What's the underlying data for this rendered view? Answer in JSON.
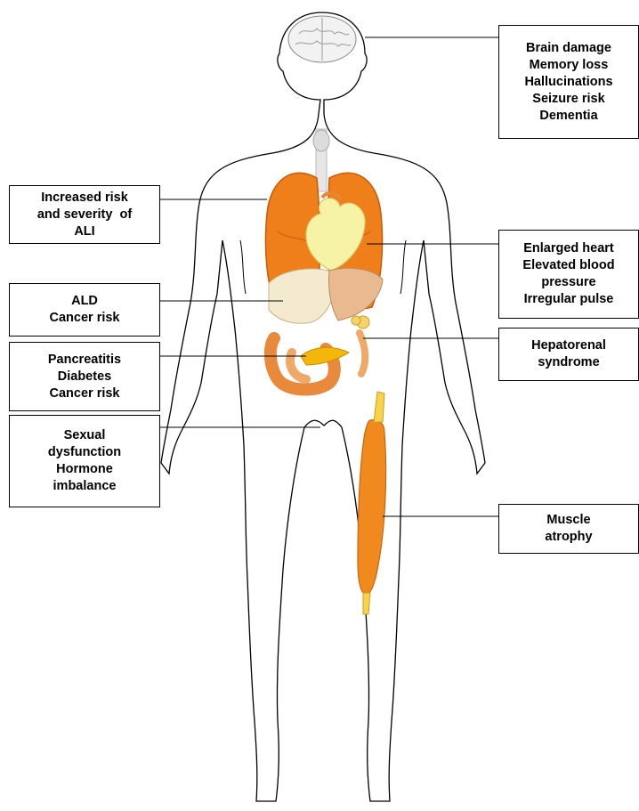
{
  "colors": {
    "outline": "#000000",
    "lung": "#ef7f1a",
    "lung_dark": "#c85a0a",
    "heart": "#f6f2a6",
    "liver": "#e9b98f",
    "stomach": "#f4ead0",
    "intestine": "#e8893c",
    "pancreas": "#f5b60a",
    "muscle": "#f08a1e",
    "tendon": "#f7d24a",
    "brain": "#f2f2f2"
  },
  "callouts": [
    {
      "id": "brain",
      "lines": [
        "Brain damage",
        "Memory loss",
        "Hallucinations",
        "Seizure risk",
        "Dementia"
      ]
    },
    {
      "id": "lung",
      "lines": [
        "Increased risk",
        "and severity  of",
        "ALI"
      ]
    },
    {
      "id": "heart",
      "lines": [
        "Enlarged heart",
        "Elevated blood",
        "pressure",
        "Irregular pulse"
      ]
    },
    {
      "id": "liver",
      "lines": [
        "ALD",
        "Cancer risk"
      ]
    },
    {
      "id": "kidney",
      "lines": [
        "Hepatorenal",
        "syndrome"
      ]
    },
    {
      "id": "pancreas",
      "lines": [
        "Pancreatitis",
        "Diabetes",
        "Cancer risk"
      ]
    },
    {
      "id": "reproductive",
      "lines": [
        "Sexual",
        "dysfunction",
        "Hormone",
        "imbalance"
      ]
    },
    {
      "id": "muscle",
      "lines": [
        "Muscle",
        "atrophy"
      ]
    }
  ]
}
